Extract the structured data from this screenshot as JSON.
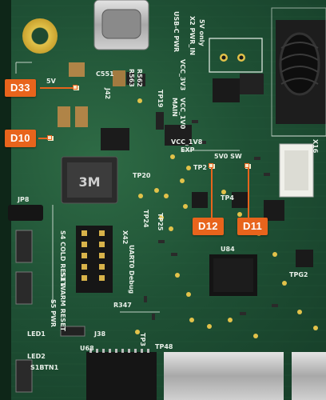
{
  "callouts": {
    "d33": "D33",
    "d10": "D10",
    "d12": "D12",
    "d11": "D11"
  },
  "silkscreen": {
    "usb_c_pwr": "USB-C PWR",
    "x2_pwr_in": "X2 PWR_IN",
    "sv_only": "5V only",
    "sv": "5V",
    "c551": "C551",
    "r563": "R563",
    "r562": "R562",
    "j42": "J42",
    "tp19": "TP19",
    "vcc_3v3": "VCC_3V3",
    "main": "MAIN",
    "vcc_1v0": "VCC_1V0",
    "vcc_1v8": "VCC_1V8",
    "exp": "EXP",
    "sv_sw": "5V0 SW",
    "x16": "X16",
    "jp8": "JP8",
    "tp20": "TP20",
    "tp2": "TP2",
    "tp4": "TP4",
    "tp24": "TP24",
    "tp25": "TP25",
    "x42": "X42",
    "uart0_debug": "UART0 Debug",
    "u84": "U84",
    "tpg2": "TPG2",
    "s4_cold_reset": "S4 COLD RESET",
    "s3_warm_reset": "S3 WARM RESET",
    "s5_pwr": "S5 PWR",
    "r347": "R347",
    "led1": "LED1",
    "j38": "J38",
    "u68": "U68",
    "led2": "LED2",
    "s1btn1": "S1BTN1",
    "tp48": "TP48",
    "tp3": "TP3"
  },
  "colors": {
    "callout": "#e8641c",
    "pcb": "#1f5135",
    "silk": "#e8efe8"
  }
}
